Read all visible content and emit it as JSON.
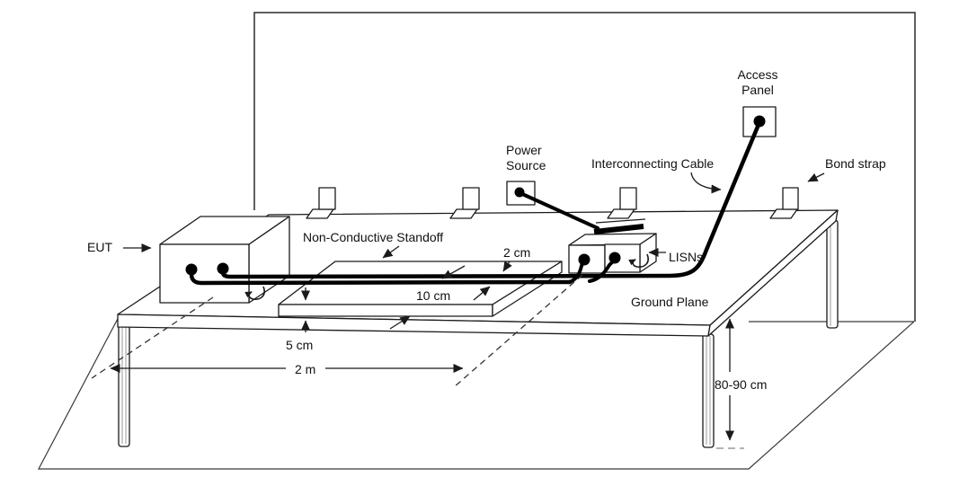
{
  "diagram": {
    "background": "#ffffff",
    "stroke_color": "#1a1a1a",
    "cable_color": "#000000",
    "labels": {
      "eut": "EUT",
      "standoff": "Non-Conductive Standoff",
      "power_source": [
        "Power",
        "Source"
      ],
      "interconnecting_cable": "Interconnecting Cable",
      "access_panel": [
        "Access",
        "Panel"
      ],
      "bond_strap": "Bond strap",
      "lisns": "LISNs",
      "ground_plane": "Ground Plane"
    },
    "dimensions": {
      "cable_separation": "2 cm",
      "cable_to_front_edge": "10 cm",
      "standoff_height": "5 cm",
      "cable_run_length": "2 m",
      "bench_height": "80-90 cm"
    }
  }
}
